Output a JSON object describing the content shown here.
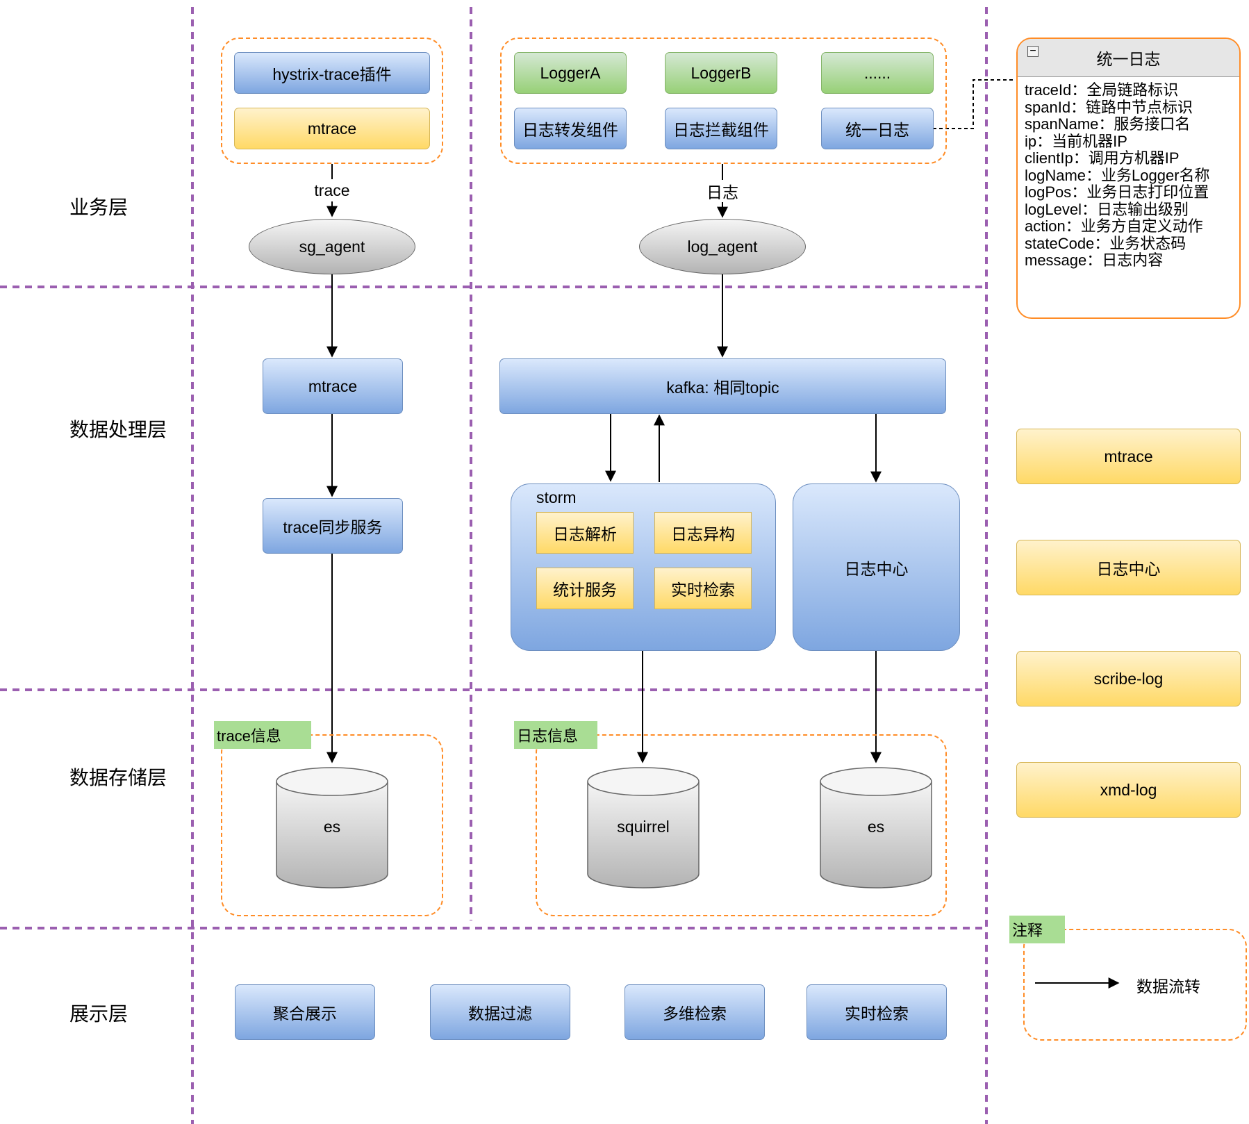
{
  "layers": [
    "业务层",
    "数据处理层",
    "数据存储层",
    "展示层"
  ],
  "business": {
    "trace_group": [
      "hystrix-trace插件",
      "mtrace"
    ],
    "loggers": [
      "LoggerA",
      "LoggerB",
      "......"
    ],
    "log_components": [
      "日志转发组件",
      "日志拦截组件",
      "统一日志"
    ],
    "edge_trace": "trace",
    "edge_log": "日志",
    "sg_agent": "sg_agent",
    "log_agent": "log_agent"
  },
  "processing": {
    "mtrace": "mtrace",
    "trace_sync": "trace同步服务",
    "kafka": "kafka: 相同topic",
    "storm": "storm",
    "storm_items": [
      "日志解析",
      "日志异构",
      "统计服务",
      "实时检索"
    ],
    "log_center": "日志中心"
  },
  "storage": {
    "trace_tag": "trace信息",
    "log_tag": "日志信息",
    "trace_db": "es",
    "squirrel": "squirrel",
    "log_db": "es"
  },
  "display": [
    "聚合展示",
    "数据过滤",
    "多维检索",
    "实时检索"
  ],
  "unified_log_panel": {
    "title": "统一日志",
    "fields": [
      "traceId：全局链路标识",
      "spanId：链路中节点标识",
      "spanName：服务接口名",
      "ip：当前机器IP",
      "clientIp：调用方机器IP",
      "logName：业务Logger名称",
      "logPos：业务日志打印位置",
      "logLevel：日志输出级别",
      "action：业务方自定义动作",
      "stateCode：业务状态码",
      "message：日志内容"
    ]
  },
  "side_legend": [
    "mtrace",
    "日志中心",
    "scribe-log",
    "xmd-log"
  ],
  "note": {
    "tag": "注释",
    "arrow_label": "数据流转"
  },
  "colors": {
    "blue_fill": "#dae8fc",
    "blue_stroke": "#6c8ebf",
    "yellow_fill": "#fff2cc",
    "yellow_stroke": "#d6b656",
    "green_fill": "#d5e8d4",
    "green_stroke": "#82b366",
    "lane_divider": "#9b5fb0",
    "group_border": "#ff8c26"
  }
}
